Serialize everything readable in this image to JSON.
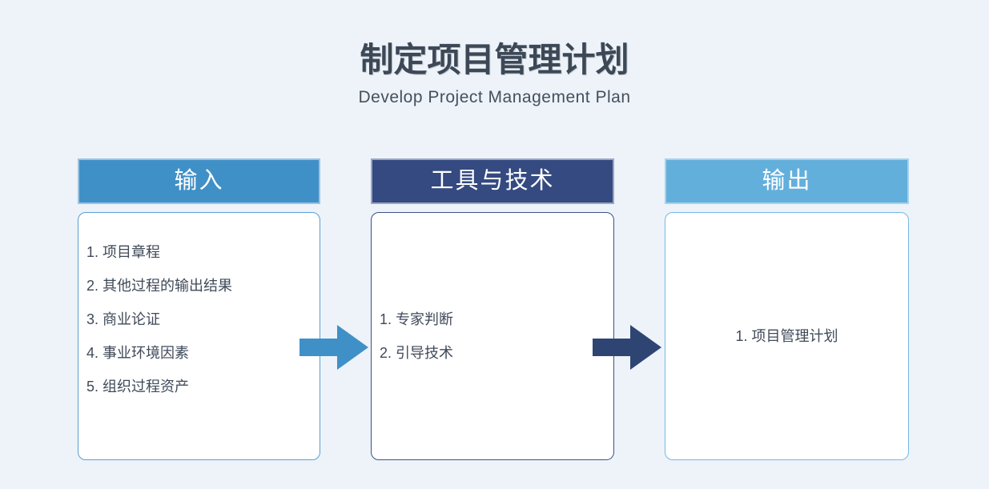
{
  "page": {
    "title": "制定项目管理计划",
    "subtitle": "Develop Project Management Plan",
    "background": "#EDF3F8",
    "title_color": "#3D4857"
  },
  "columns": [
    {
      "id": "inputs",
      "header": "输入",
      "header_bg": "#4090C8",
      "header_border": "#9CC3E2",
      "body_border": "#5B9FD4",
      "items": [
        "1. 项目章程",
        "2. 其他过程的输出结果",
        "3. 商业论证",
        "4. 事业环境因素",
        "5. 组织过程资产"
      ]
    },
    {
      "id": "tools",
      "header": "工具与技术",
      "header_bg": "#344A80",
      "header_border": "#9AA6C4",
      "body_border": "#3D5289",
      "items": [
        "1. 专家判断",
        "2. 引导技术"
      ]
    },
    {
      "id": "outputs",
      "header": "输出",
      "header_bg": "#63AFDC",
      "header_border": "#A5D2EC",
      "body_border": "#74B9E6",
      "items": [
        "1. 项目管理计划"
      ]
    }
  ],
  "arrows": [
    {
      "name": "arrow-inputs-to-tools",
      "color": "#4090C8"
    },
    {
      "name": "arrow-tools-to-outputs",
      "color": "#2E4574"
    }
  ]
}
